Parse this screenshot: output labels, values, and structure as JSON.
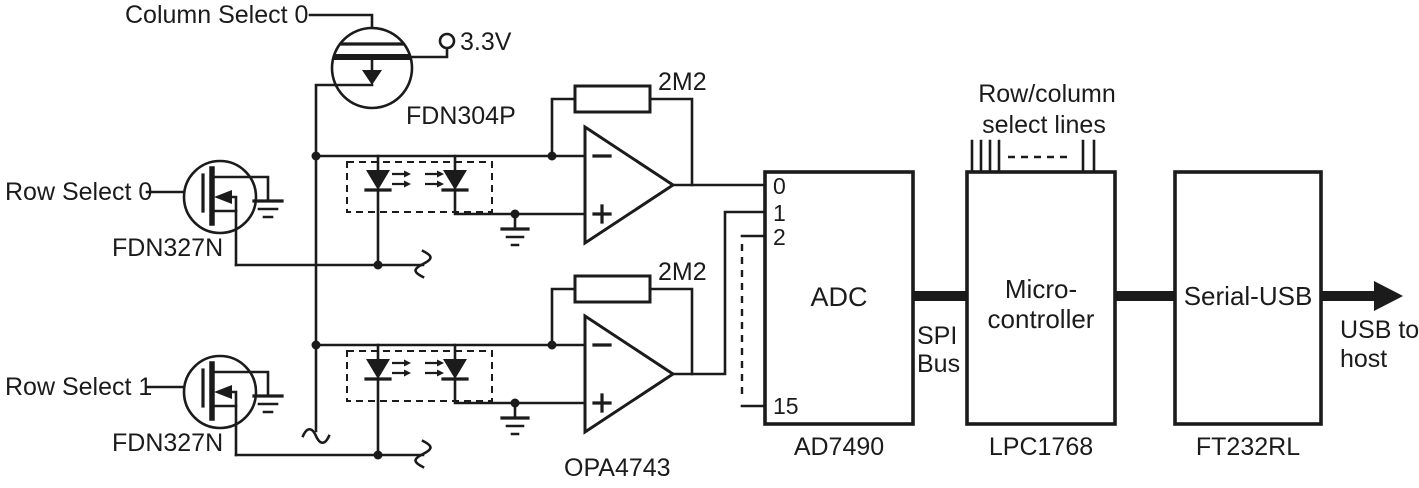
{
  "diagram": {
    "labels": {
      "column_select_0": "Column Select 0",
      "supply_3v3": "3.3V",
      "fdn304p": "FDN304P",
      "row_select_0": "Row Select 0",
      "fdn327n_row0": "FDN327N",
      "row_select_1": "Row Select 1",
      "fdn327n_row1": "FDN327N",
      "resistor_top": "2M2",
      "resistor_bottom": "2M2",
      "opamp_part": "OPA4743",
      "adc_name": "ADC",
      "adc_part": "AD7490",
      "adc_pin_0": "0",
      "adc_pin_1": "1",
      "adc_pin_2": "2",
      "adc_pin_15": "15",
      "spi_bus_line1": "SPI",
      "spi_bus_line2": "Bus",
      "select_lines_line1": "Row/column",
      "select_lines_line2": "select lines",
      "mcu_line1": "Micro-",
      "mcu_line2": "controller",
      "mcu_part": "LPC1768",
      "usb_bridge": "Serial-USB",
      "usb_part": "FT232RL",
      "usb_host_line1": "USB to",
      "usb_host_line2": "host"
    },
    "colors": {
      "stroke": "#1b1b1b",
      "background": "#ffffff"
    }
  }
}
